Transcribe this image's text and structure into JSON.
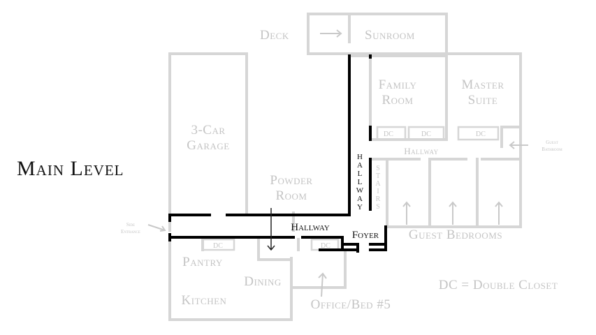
{
  "title": "Main Level",
  "rooms": {
    "deck": "Deck",
    "sunroom": "Sunroom",
    "family_room": [
      "Family",
      "Room"
    ],
    "master_suite": [
      "Master",
      "Suite"
    ],
    "garage": [
      "3-Car",
      "Garage"
    ],
    "powder_room": [
      "Powder",
      "Room"
    ],
    "hallway_upper": "Hallway",
    "hallway_lower": "Hallway",
    "hallway_vertical": [
      "H",
      "A",
      "L",
      "L",
      "W",
      "A",
      "Y"
    ],
    "stairs": [
      "S",
      "T",
      "A",
      "I",
      "R",
      "S"
    ],
    "foyer": "Foyer",
    "guest_bathroom": [
      "Guest",
      "Bathroom"
    ],
    "side_entrance": [
      "Side",
      "Entrance"
    ],
    "guest_bedrooms": "Guest Bedrooms",
    "pantry": "Pantry",
    "dining": "Dining",
    "kitchen": "Kitchen",
    "office": "Office/Bed #5"
  },
  "closets": {
    "family_1": "DC",
    "family_2": "DC",
    "master": "DC",
    "pantry": "DC",
    "office": "DC"
  },
  "legend": "DC = Double Closet"
}
